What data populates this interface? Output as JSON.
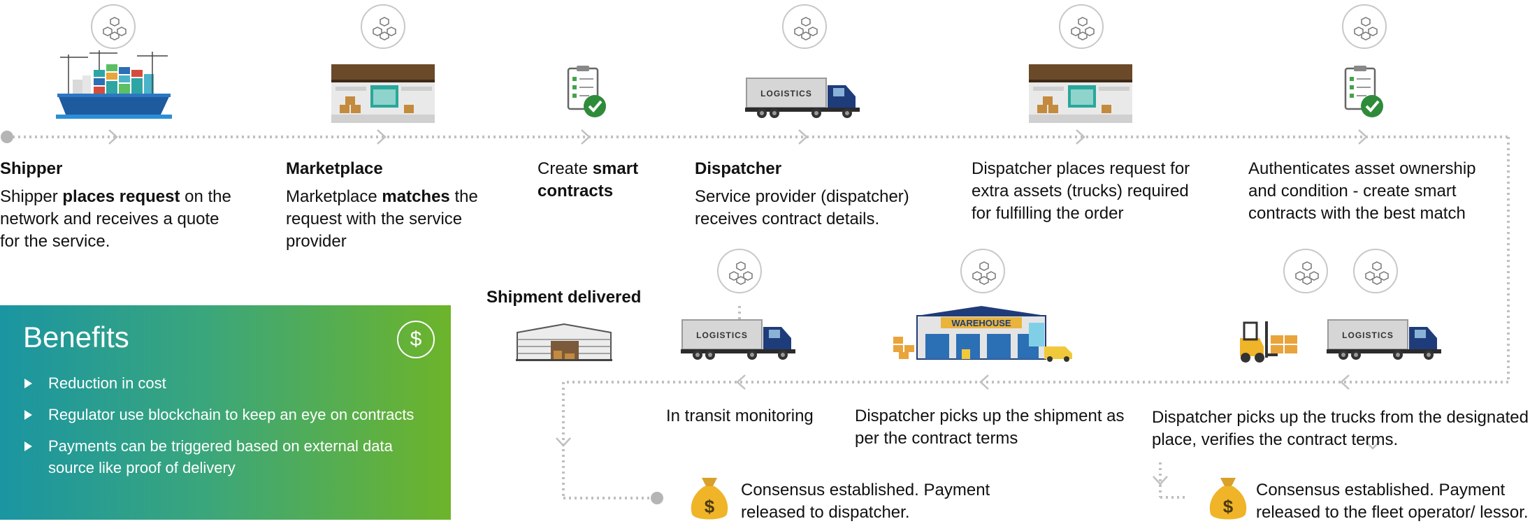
{
  "steps": [
    {
      "title": "Shipper",
      "desc_pre": "Shipper ",
      "desc_bold": "places request",
      "desc_post": " on the network and receives a quote for the service."
    },
    {
      "title": "Marketplace",
      "desc_pre": "Marketplace ",
      "desc_bold": "matches",
      "desc_post": " the request with the service provider"
    },
    {
      "pre": "Create ",
      "bold": "smart contracts"
    },
    {
      "title": "Dispatcher",
      "desc": "Service provider (dispatcher) receives contract details."
    },
    {
      "desc": "Dispatcher places request for extra assets (trucks) required for fulfilling the order"
    },
    {
      "desc": "Authenticates asset ownership and condition - create smart contracts with the best match"
    }
  ],
  "lower": {
    "shipment_delivered": "Shipment delivered",
    "in_transit": "In transit monitoring",
    "pickup_shipment": "Dispatcher picks up the shipment as per the contract terms",
    "pickup_trucks": "Dispatcher picks up the trucks from the designated place, verifies the contract terms.",
    "consensus_1": "Consensus established. Payment released to dispatcher.",
    "consensus_2": "Consensus established. Payment released to the fleet operator/ lessor."
  },
  "labels": {
    "logistics": "LOGISTICS",
    "warehouse": "WAREHOUSE",
    "dollar": "$"
  },
  "benefits": {
    "title": "Benefits",
    "items": [
      "Reduction in cost",
      "Regulator use blockchain to keep an eye on contracts",
      "Payments can be triggered based on external data source like proof of delivery"
    ]
  },
  "colors": {
    "dotted_line": "#c0c0c0",
    "gradient_start": "#1a95a2",
    "gradient_end": "#6db42a",
    "truck_blue": "#1f3c7a"
  },
  "icons": [
    "blockchain-icon",
    "ship-icon",
    "warehouse-icon",
    "checklist-icon",
    "truck-icon",
    "forklift-icon",
    "money-bag-icon",
    "dollar-icon"
  ]
}
